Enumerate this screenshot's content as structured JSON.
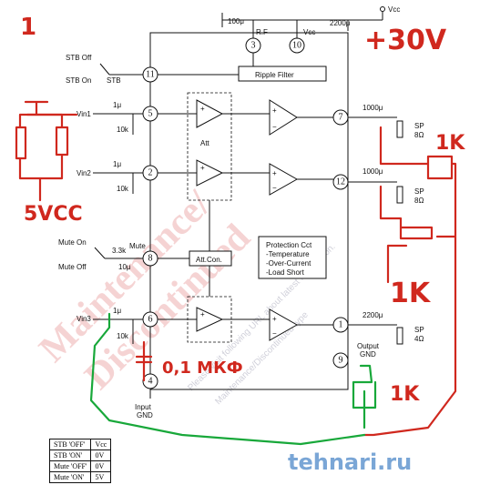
{
  "handwritten": {
    "corner_number": "1",
    "supply_voltage": "+30V",
    "divider_supply": "5VCC",
    "resistor_top": "1K",
    "resistor_mid": "1K",
    "resistor_bottom": "1K",
    "cap_note": "0,1 МКФ"
  },
  "pins": [
    "3",
    "10",
    "11",
    "5",
    "7",
    "2",
    "12",
    "8",
    "6",
    "1",
    "9",
    "4"
  ],
  "labels": {
    "vcc": "Vcc",
    "rf": "R.F",
    "vcc_pin": "Vcc",
    "c100": "100μ",
    "c2200_top": "2200μ",
    "stb_off": "STB Off",
    "stb_on": "STB On",
    "stb": "STB",
    "ripple": "Ripple Filter",
    "vin1": "Vin1",
    "vin2": "Vin2",
    "vin3": "Vin3",
    "c1u_1": "1μ",
    "c1u_2": "1μ",
    "c1u_3": "1μ",
    "r10k_1": "10k",
    "r10k_2": "10k",
    "r10k_3": "10k",
    "att": "Att",
    "att_con": "Att.Con.",
    "mute_on": "Mute On",
    "mute_off": "Mute Off",
    "mute": "Mute",
    "r33k": "3.3k",
    "c10u": "10μ",
    "c1000_1": "1000μ",
    "c1000_2": "1000μ",
    "c2200_out": "2200μ",
    "sp1": "SP",
    "sp1_ohm": "8Ω",
    "sp2": "SP",
    "sp2_ohm": "8Ω",
    "sp3": "SP",
    "sp3_ohm": "4Ω",
    "protection_title": "Protection Cct",
    "protection_1": "-Temperature",
    "protection_2": "-Over-Current",
    "protection_3": "-Load Short",
    "output_gnd": "Output",
    "output_gnd2": "GND",
    "input_gnd": "Input",
    "input_gnd2": "GND",
    "plus": "+",
    "minus": "−"
  },
  "watermark": {
    "line1": "Maintenance/",
    "line2": "Discontinued",
    "small1": "Please visit following URL about latest information.",
    "small2": "Maintenance/Discontinued type",
    "site": "tehnari.ru"
  },
  "table": {
    "rows": [
      [
        "STB 'OFF'",
        "Vcc"
      ],
      [
        "STB 'ON'",
        "0V"
      ],
      [
        "Mute 'OFF'",
        "0V"
      ],
      [
        "Mute 'ON'",
        "5V"
      ]
    ]
  },
  "colors": {
    "annotation_red": "#d0281e",
    "annotation_green": "#18a83a",
    "watermark": "#d66666",
    "site": "#7aa6d6"
  }
}
